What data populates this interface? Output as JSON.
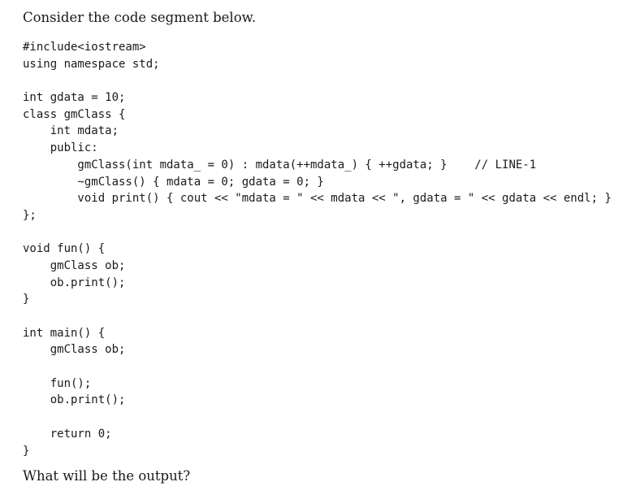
{
  "question": {
    "intro": "Consider the code segment below.",
    "code_lines": [
      "#include<iostream>",
      "using namespace std;",
      "",
      "int gdata = 10;",
      "class gmClass {",
      "    int mdata;",
      "    public:",
      "        gmClass(int mdata_ = 0) : mdata(++mdata_) { ++gdata; }    // LINE-1",
      "        ~gmClass() { mdata = 0; gdata = 0; }",
      "        void print() { cout << \"mdata = \" << mdata << \", gdata = \" << gdata << endl; }",
      "};",
      "",
      "void fun() {",
      "    gmClass ob;",
      "    ob.print();",
      "}",
      "",
      "int main() {",
      "    gmClass ob;",
      "",
      "    fun();",
      "    ob.print();",
      "",
      "    return 0;",
      "}"
    ],
    "outro": "What will be the output?"
  }
}
